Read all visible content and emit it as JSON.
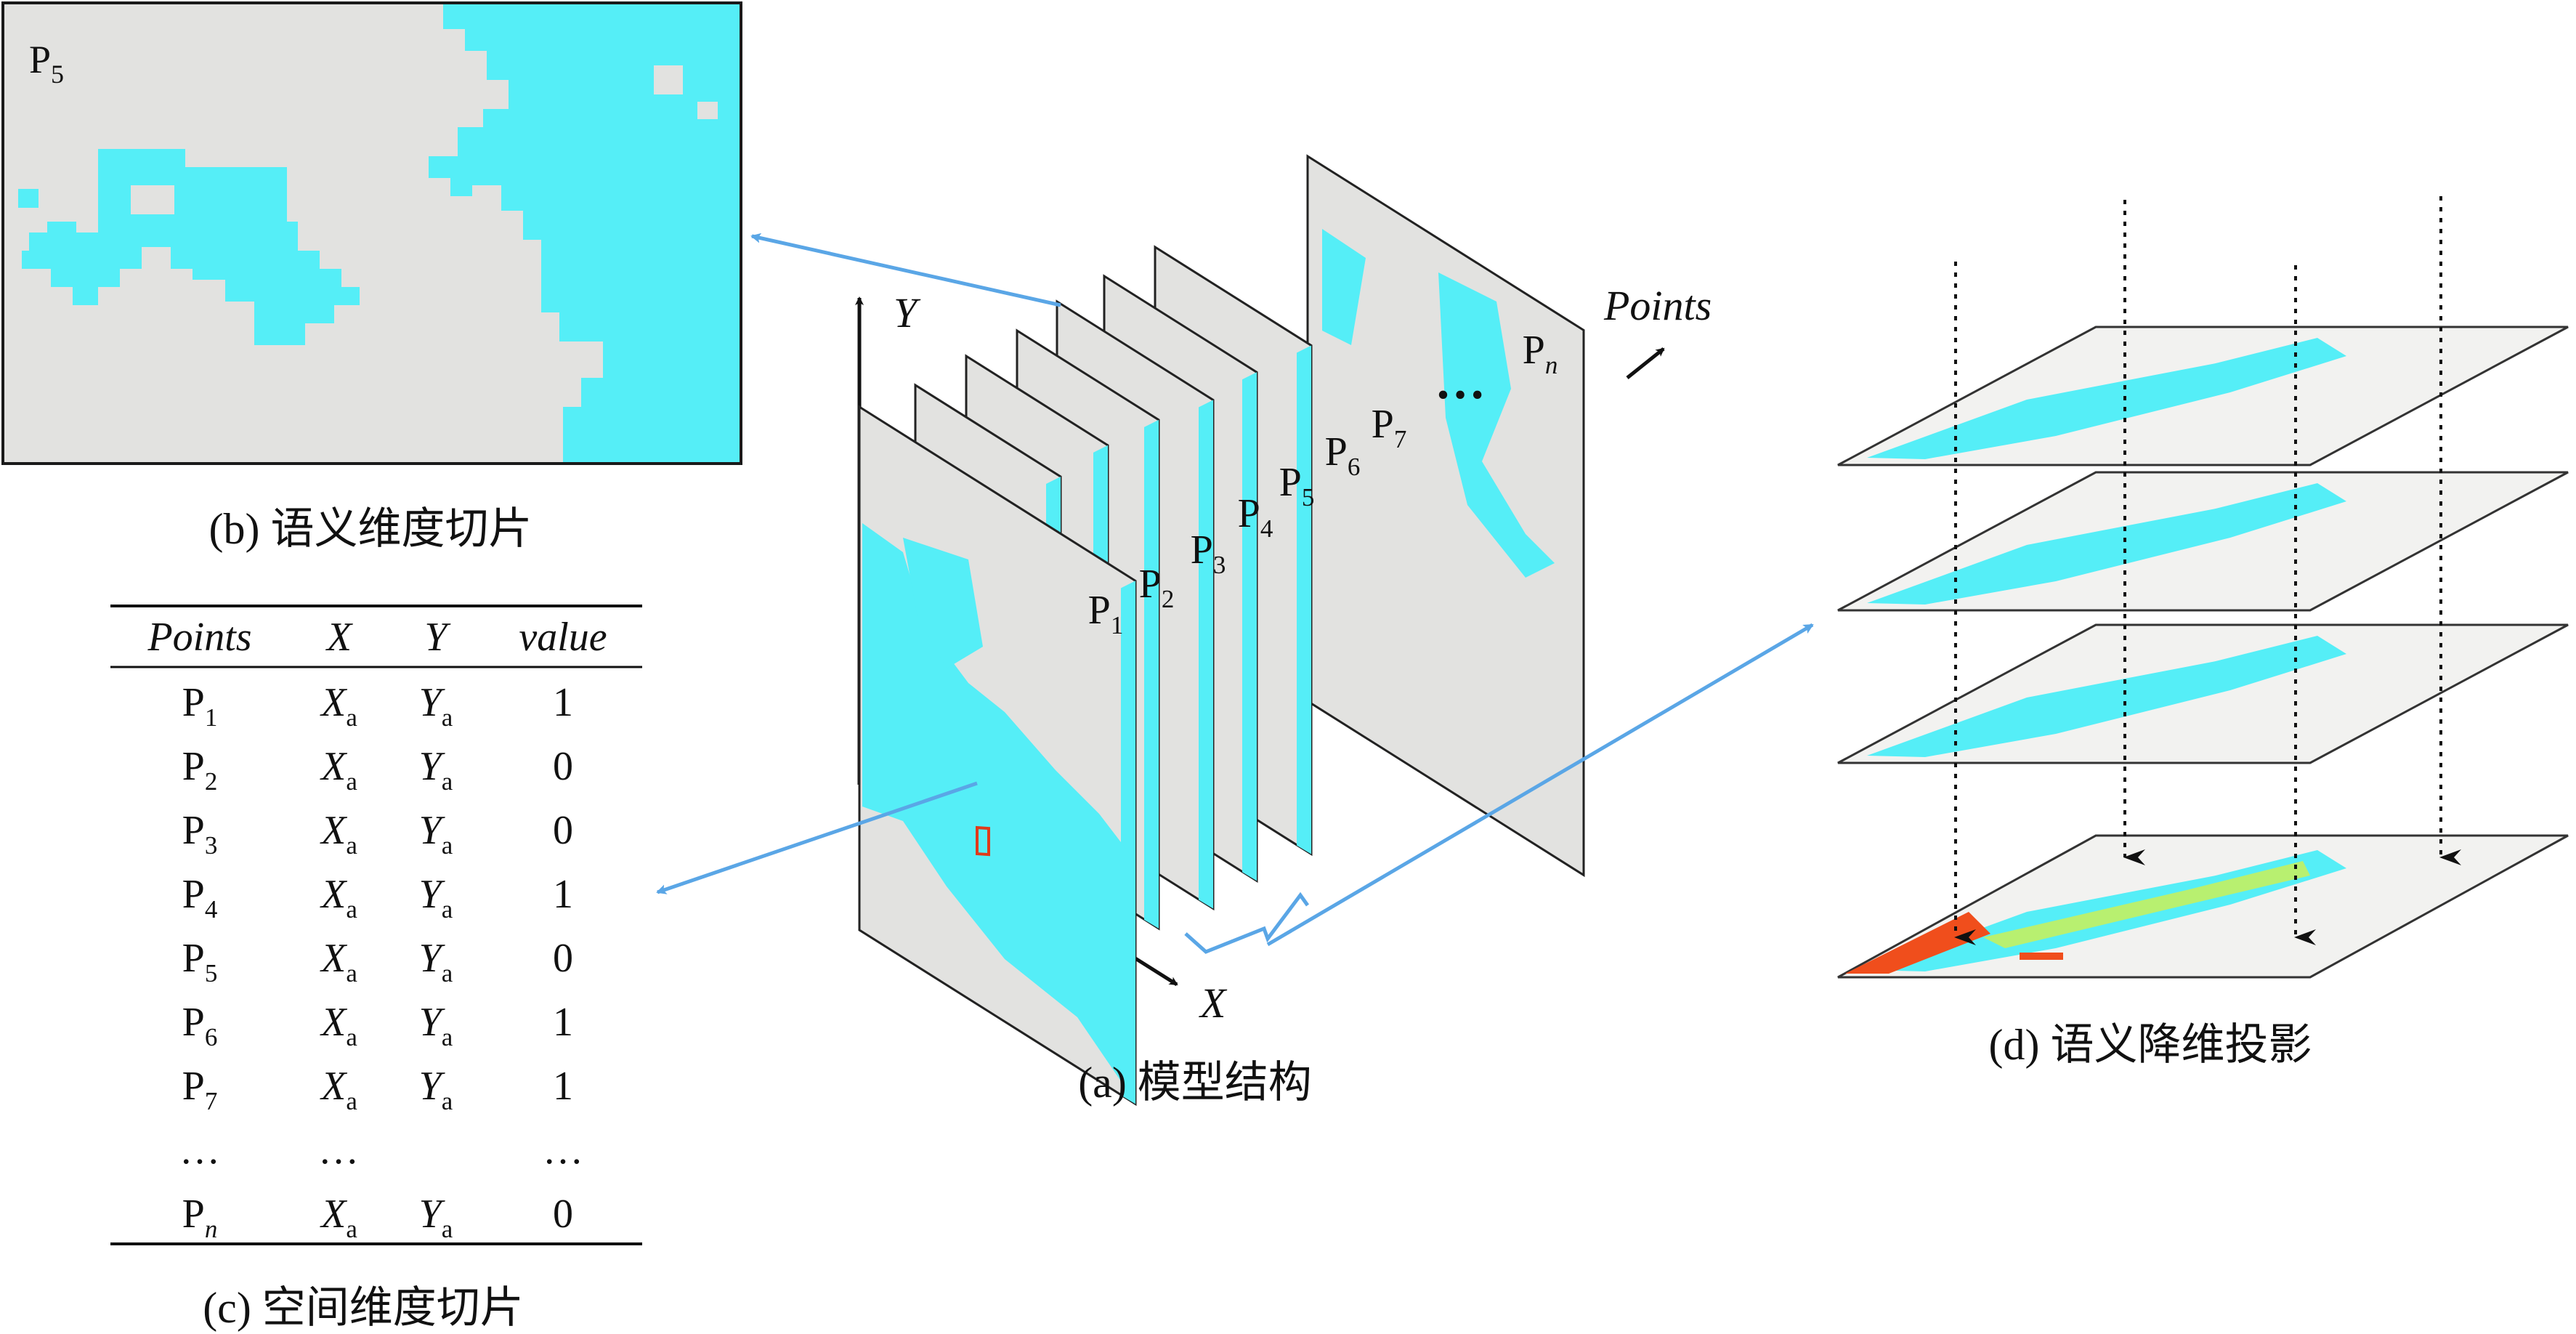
{
  "panel_b": {
    "corner_label": "P",
    "corner_sub": "5",
    "caption": "(b) 语义维度切片",
    "colors": {
      "land": "#e2e2e0",
      "water": "#55eef7",
      "border": "#1a1a1a"
    }
  },
  "panel_c": {
    "caption": "(c) 空间维度切片",
    "headers": [
      "Points",
      "X",
      "Y",
      "value"
    ],
    "rows": [
      {
        "p": "P",
        "sub": "1",
        "x": "X",
        "xs": "a",
        "y": "Y",
        "ys": "a",
        "v": "1"
      },
      {
        "p": "P",
        "sub": "2",
        "x": "X",
        "xs": "a",
        "y": "Y",
        "ys": "a",
        "v": "0"
      },
      {
        "p": "P",
        "sub": "3",
        "x": "X",
        "xs": "a",
        "y": "Y",
        "ys": "a",
        "v": "0"
      },
      {
        "p": "P",
        "sub": "4",
        "x": "X",
        "xs": "a",
        "y": "Y",
        "ys": "a",
        "v": "1"
      },
      {
        "p": "P",
        "sub": "5",
        "x": "X",
        "xs": "a",
        "y": "Y",
        "ys": "a",
        "v": "0"
      },
      {
        "p": "P",
        "sub": "6",
        "x": "X",
        "xs": "a",
        "y": "Y",
        "ys": "a",
        "v": "1"
      },
      {
        "p": "P",
        "sub": "7",
        "x": "X",
        "xs": "a",
        "y": "Y",
        "ys": "a",
        "v": "1"
      },
      {
        "p": "…",
        "sub": "",
        "x": "…",
        "xs": "",
        "y": "",
        "ys": "",
        "v": "…"
      },
      {
        "p": "P",
        "sub": "n",
        "x": "X",
        "xs": "a",
        "y": "Y",
        "ys": "a",
        "v": "0"
      }
    ]
  },
  "panel_a": {
    "caption": "(a) 模型结构",
    "axis_x": "X",
    "axis_y": "Y",
    "axis_points": "Points",
    "ellipsis": "…",
    "slice_labels": [
      {
        "p": "P",
        "sub": "1"
      },
      {
        "p": "P",
        "sub": "2"
      },
      {
        "p": "P",
        "sub": "3"
      },
      {
        "p": "P",
        "sub": "4"
      },
      {
        "p": "P",
        "sub": "5"
      },
      {
        "p": "P",
        "sub": "6"
      },
      {
        "p": "P",
        "sub": "7"
      },
      {
        "p": "P",
        "sub": "n"
      }
    ],
    "colors": {
      "slice": "#e2e2e0",
      "water": "#55eef7",
      "cell": "#e03a1a",
      "arrow": "#5aa6e6"
    }
  },
  "panel_d": {
    "caption": "(d) 语义降维投影",
    "colors": {
      "layer": "#f2f2f0",
      "water": "#55eef7",
      "hot": "#f04e1c",
      "warm": "#b8f070"
    }
  }
}
